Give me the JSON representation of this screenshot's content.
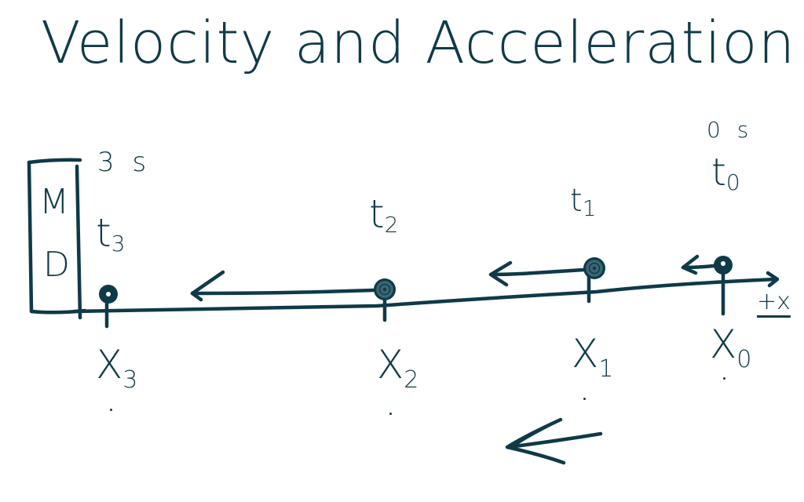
{
  "title": "Velocity and Acceleration",
  "motion_detector": {
    "label_line1": "M",
    "label_line2": "D"
  },
  "axis": {
    "label": "+x",
    "direction": "right"
  },
  "ink_color": "#0f3a48",
  "background_color": "#ffffff",
  "positions": [
    {
      "id": "x0",
      "time_label": "t",
      "time_sub": "0",
      "time_value": "0 s",
      "pos_label": "X",
      "pos_sub": "0"
    },
    {
      "id": "x1",
      "time_label": "t",
      "time_sub": "1",
      "pos_label": "X",
      "pos_sub": "1"
    },
    {
      "id": "x2",
      "time_label": "t",
      "time_sub": "2",
      "pos_label": "X",
      "pos_sub": "2"
    },
    {
      "id": "x3",
      "time_label": "t",
      "time_sub": "3",
      "time_value": "3 s",
      "pos_label": "X",
      "pos_sub": "3"
    }
  ],
  "velocity_arrows": [
    {
      "from": "x0",
      "direction": "left",
      "relative_length": "short"
    },
    {
      "from": "x1",
      "direction": "left",
      "relative_length": "medium"
    },
    {
      "from": "x2",
      "direction": "left",
      "relative_length": "long"
    }
  ],
  "acceleration_arrow": {
    "direction": "left"
  }
}
